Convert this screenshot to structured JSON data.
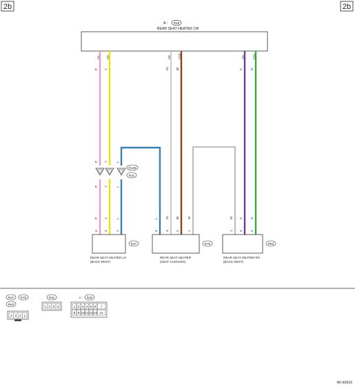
{
  "corner_tag_left": "2b",
  "corner_tag_right": "2b",
  "figure_id": "WI-60619",
  "cm": {
    "prefix": "A :",
    "ref": "R49",
    "label": "REAR SEAT HEATER CM"
  },
  "wires": {
    "w1": {
      "cm_pin": "A1",
      "color_code": "P",
      "mid_code": "P",
      "low_code": "P",
      "end_code": "P",
      "seat_pin": "4"
    },
    "w2": {
      "cm_pin": "A9",
      "color_code": "Y",
      "mid_code": "Y",
      "low_code": "Y",
      "end_code": "Y",
      "seat_pin": "3"
    },
    "w3": {
      "upper_code": "L",
      "low_code": "L",
      "end_code": "L",
      "seat_pin": "1"
    },
    "w4": {
      "cm_pin": "A8",
      "color_code": "Gr",
      "end_code": "Gr",
      "seat_pin": "3"
    },
    "w5": {
      "cm_pin": "A10",
      "color_code": "Br",
      "end_code": "Br",
      "seat_pin": "2"
    },
    "w6": {
      "end_code": "L",
      "seat_pin": "4"
    },
    "w7": {
      "end_code": "W",
      "seat_pin": "1"
    },
    "w8": {
      "end_code": "W",
      "seat_pin": "1"
    },
    "w9": {
      "cm_pin": "A3",
      "color_code": "V",
      "end_code": "V",
      "seat_pin": "4"
    },
    "w10": {
      "cm_pin": "A11",
      "color_code": "G",
      "end_code": "G",
      "seat_pin": "3"
    }
  },
  "connectors_mid": {
    "r136": "R136",
    "r31": "R31"
  },
  "components": {
    "lh": {
      "ref": "R27",
      "line1": "REAR SEAT HEATER LH",
      "line2": "(BACK REST)"
    },
    "cushion": {
      "ref": "R76",
      "line1": "REAR SEAT HEATER",
      "line2": "(SEAT CUSHION)"
    },
    "rh": {
      "ref": "R63",
      "line1": "REAR SEAT HEATER RH",
      "line2": "(BACK REST)"
    }
  },
  "legend": {
    "group1_refs": [
      "R27",
      "R76",
      "R63"
    ],
    "group1_pins": [
      "4",
      "3",
      "2",
      "1"
    ],
    "group2_ref": "R31",
    "group2_pins": [
      "1",
      "2",
      "3",
      "4"
    ],
    "group3_prefix": "A :",
    "group3_ref": "R49",
    "group3_row1": [
      "1",
      "2",
      "3",
      "4",
      "5",
      "6",
      "7"
    ],
    "group3_row2": [
      "8",
      "9",
      "10",
      "11",
      "12",
      "13",
      "14"
    ]
  },
  "colors": {
    "pink": "#e8a0c0",
    "yellow": "#e6e600",
    "blue": "#3a7fb0",
    "gray": "#b8b8b8",
    "brown": "#8b4020",
    "violet": "#6a3a9a",
    "green": "#2eaa3a",
    "line": "#333333"
  }
}
